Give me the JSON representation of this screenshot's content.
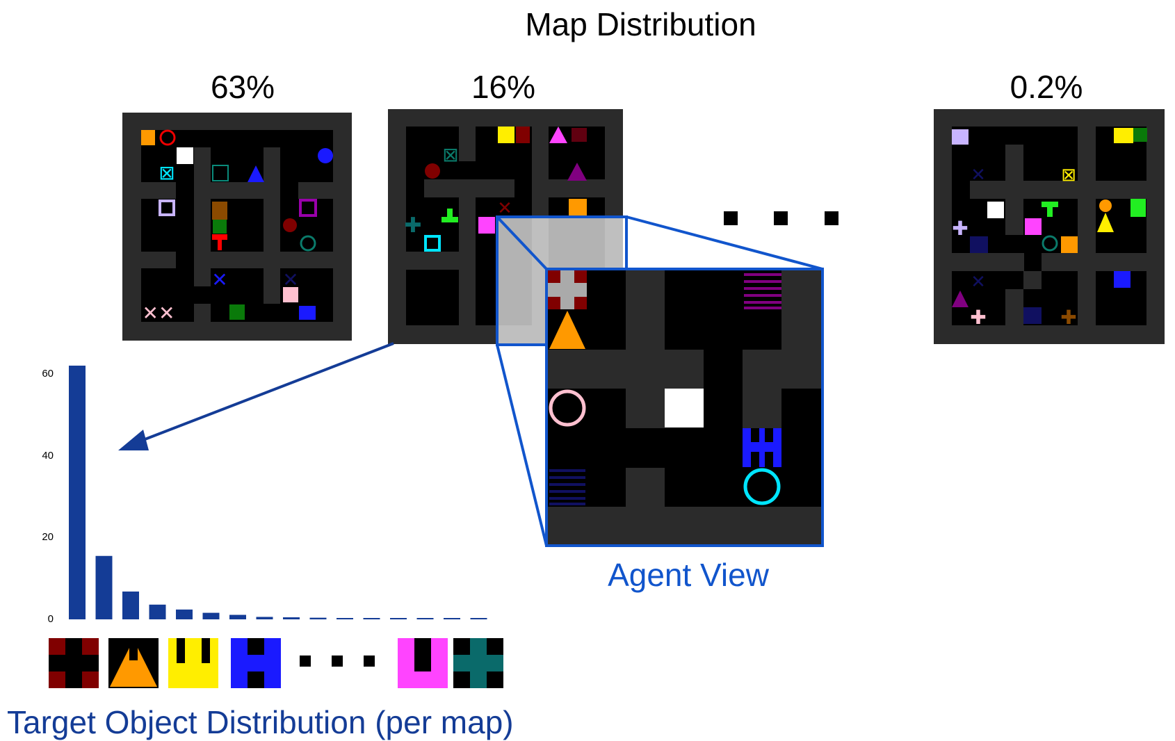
{
  "title": "Map Distribution",
  "maps": [
    {
      "percent": "63%"
    },
    {
      "percent": "16%"
    },
    {
      "percent": "0.2%"
    }
  ],
  "agent_view_label": "Agent View",
  "target_label": "Target Object Distribution (per map)",
  "chart_data": {
    "type": "bar",
    "title": "",
    "xlabel": "",
    "ylabel": "",
    "ylim": [
      0,
      62
    ],
    "y_ticks": [
      "0",
      "20",
      "40",
      "60"
    ],
    "values": [
      62,
      15.5,
      6.8,
      3.6,
      2.4,
      1.6,
      1.1,
      0.6,
      0.5,
      0.4,
      0.3,
      0.3,
      0.3,
      0.2,
      0.2,
      0.2
    ],
    "bar_color": "#143c96"
  },
  "colors": {
    "maze_wall": "#2b2b2b",
    "maze_floor": "#000000",
    "agent_blue": "#1155cc",
    "chart_blue": "#143c96"
  }
}
